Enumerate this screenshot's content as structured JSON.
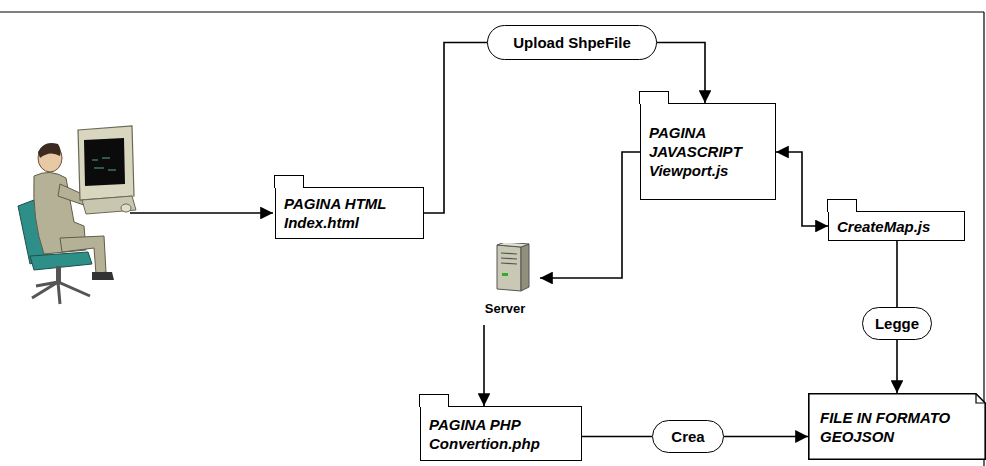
{
  "diagram": {
    "nodes": [
      {
        "text": [
          "PAGINA HTML Index.html"
        ]
      },
      {
        "text": [
          "Upload ShpeFile"
        ]
      },
      {
        "text": [
          "PAGINA JAVASCRIPT Viewport.js"
        ]
      },
      {
        "text": [
          "CreateMap.js"
        ]
      },
      {
        "text": [
          "Server"
        ]
      },
      {
        "text": [
          "Legge"
        ]
      },
      {
        "text": [
          "PAGINA PHP Convertion.php"
        ]
      },
      {
        "text": [
          "Crea"
        ]
      },
      {
        "text": [
          "FILE IN FORMATO GEOJSON"
        ]
      }
    ],
    "edges": [
      {
        "from": 0,
        "to": 1,
        "arrow": "none"
      },
      {
        "from": 1,
        "to": 2,
        "arrow": "to"
      },
      {
        "from": 2,
        "to": 3,
        "arrow": "both"
      },
      {
        "from": 2,
        "to": 4,
        "arrow": "to"
      },
      {
        "from": 4,
        "to": 6,
        "arrow": "to"
      },
      {
        "from": 6,
        "to": 7,
        "arrow": "none"
      },
      {
        "from": 7,
        "to": 8,
        "arrow": "to"
      },
      {
        "from": 3,
        "to": 5,
        "arrow": "none"
      },
      {
        "from": 5,
        "to": 8,
        "arrow": "to"
      }
    ]
  }
}
